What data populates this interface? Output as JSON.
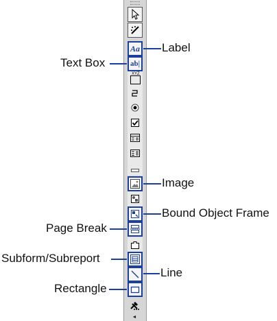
{
  "callouts": {
    "label": "Label",
    "text_box": "Text Box",
    "image": "Image",
    "bound_object_frame": "Bound Object Frame",
    "page_break": "Page Break",
    "subform_subreport": "Subform/Subreport",
    "line": "Line",
    "rectangle": "Rectangle"
  },
  "tool_glyphs": {
    "label": "Aa",
    "text_box": "ab|",
    "option_group": "XYZ"
  },
  "more_arrow": "◄",
  "colors": {
    "callout": "#1a3f9e",
    "toolbox_bg": "#d6d6d6"
  }
}
